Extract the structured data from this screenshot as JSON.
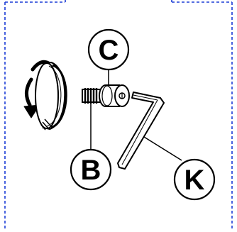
{
  "diagram": {
    "frame_color": "#1a3bd6",
    "ink_color": "#000000",
    "paper_color": "#ffffff",
    "callouts": {
      "c": "C",
      "b": "B",
      "k": "K"
    },
    "parts": {
      "knob": "rotating-knob",
      "screw": "shoulder-screw",
      "key": "hex-key"
    },
    "rotation_indicator": "curved-arrow-icon"
  }
}
